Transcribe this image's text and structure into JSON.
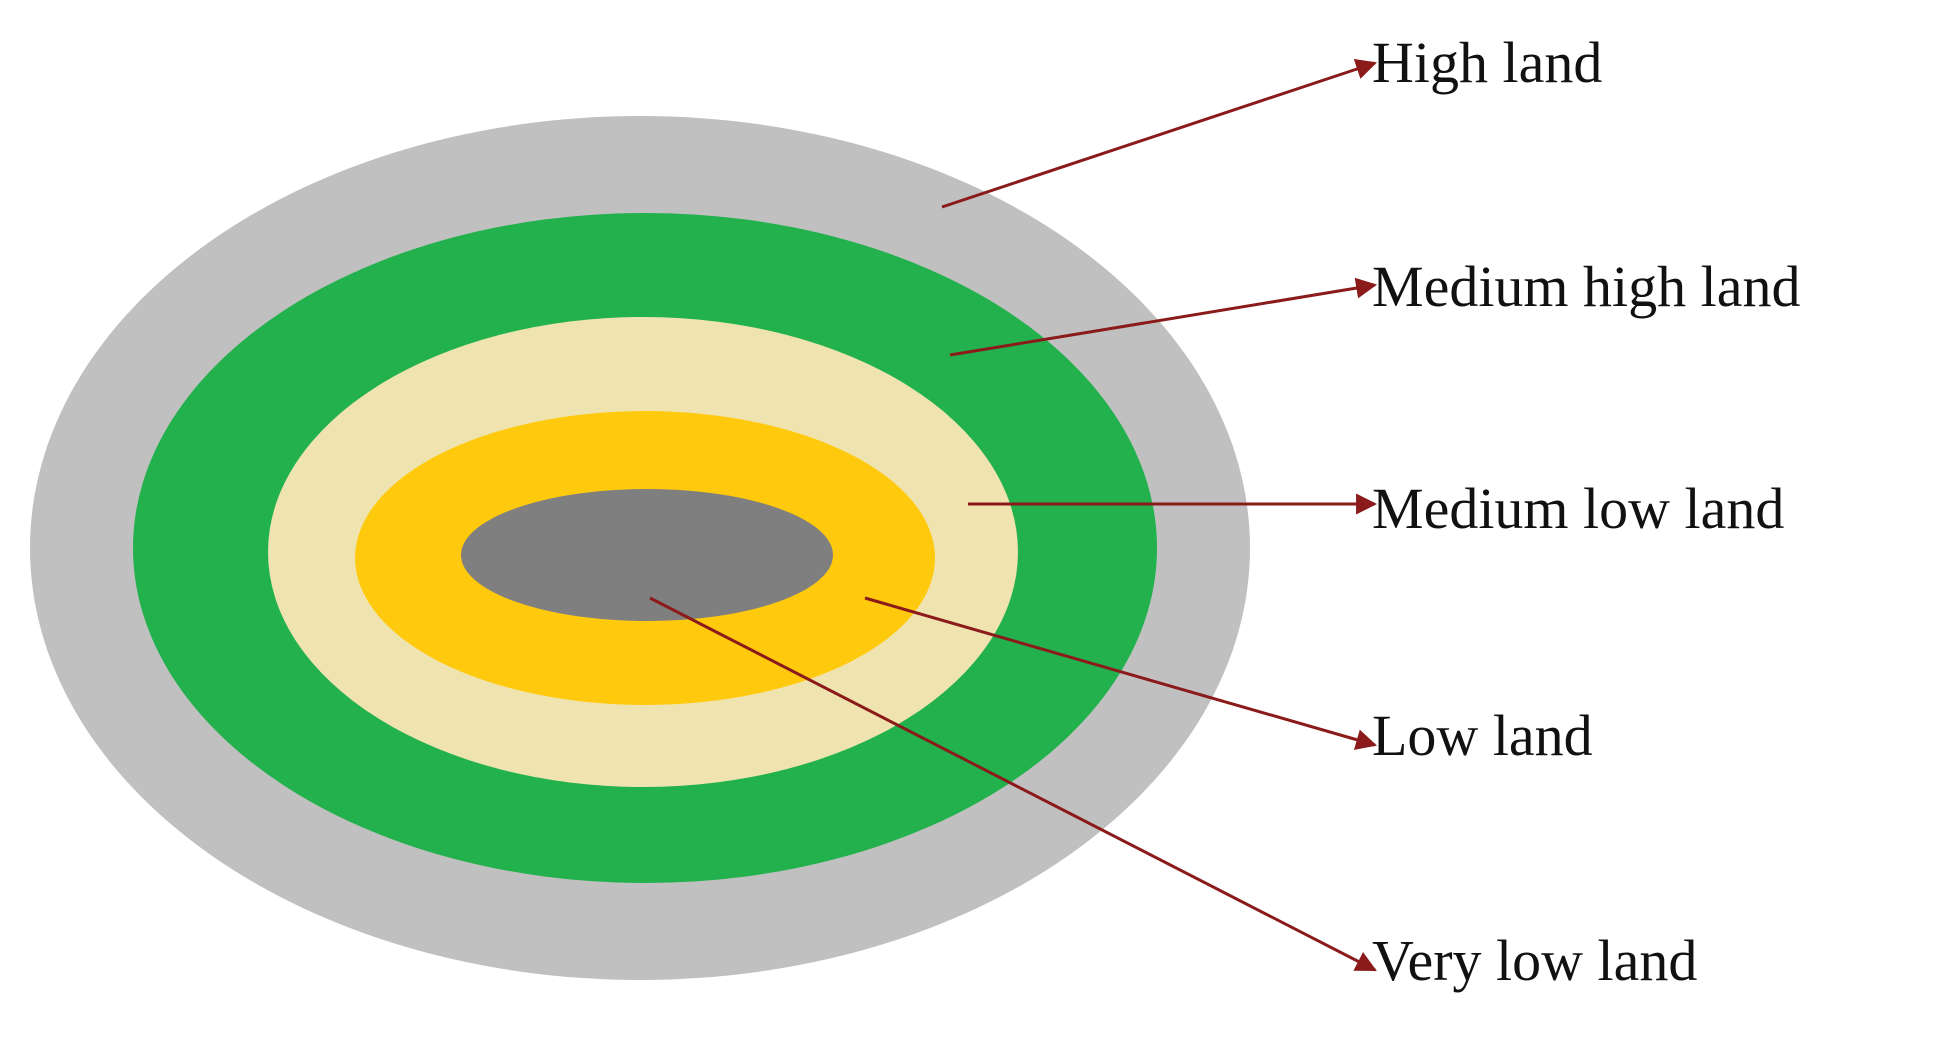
{
  "zones": [
    {
      "id": "high",
      "label": "High land",
      "color": "#c0c0c0"
    },
    {
      "id": "medium-high",
      "label": "Medium high land",
      "color": "#22b14c"
    },
    {
      "id": "medium-low",
      "label": "Medium low land",
      "color": "#efe4b0"
    },
    {
      "id": "low",
      "label": "Low land",
      "color": "#ffc90e"
    },
    {
      "id": "very-low",
      "label": "Very low land",
      "color": "#7f7f7f"
    }
  ],
  "arrow_color": "#8b1a1a"
}
